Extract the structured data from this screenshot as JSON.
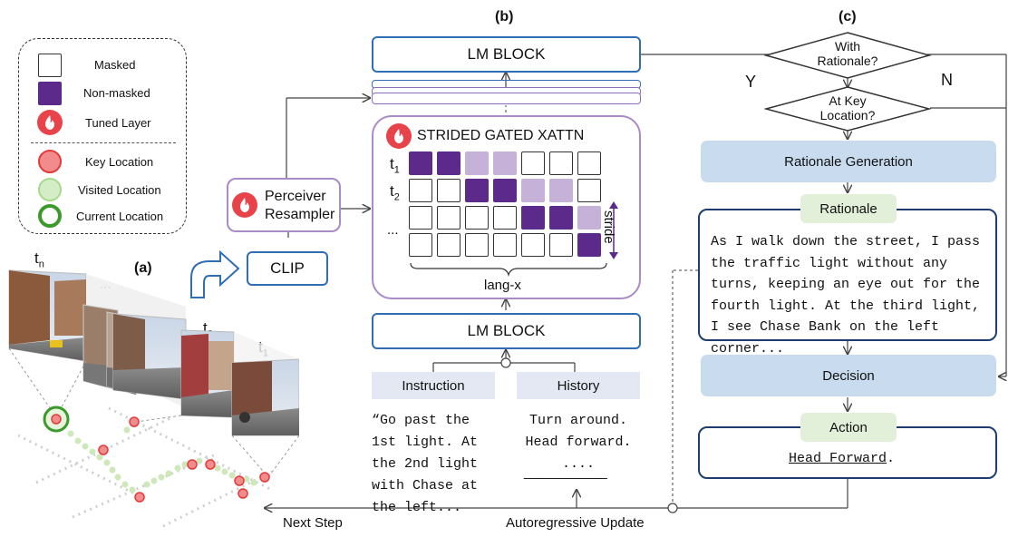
{
  "panels": {
    "a": "(a)",
    "b": "(b)",
    "c": "(c)"
  },
  "legend": {
    "masked": "Masked",
    "non_masked": "Non-masked",
    "tuned_layer": "Tuned Layer",
    "key_location": "Key Location",
    "visited_location": "Visited Location",
    "current_location": "Current Location"
  },
  "time_labels": {
    "tn_base": "t",
    "tn_sub": "n",
    "t2_base": "t",
    "t2_sub": "2",
    "t1_base": "t",
    "t1_sub": "1",
    "dots": "..."
  },
  "panel_b": {
    "lm_block_top": "LM BLOCK",
    "lm_block_bottom": "LM BLOCK",
    "xattn_title": "STRIDED GATED XATTN",
    "perceiver": "Perceiver\nResampler",
    "clip": "CLIP",
    "row_t1_base": "t",
    "row_t1_sub": "1",
    "row_t2_base": "t",
    "row_t2_sub": "2",
    "row_dots": "...",
    "stride": "stride",
    "lang_x": "lang-x",
    "instruction_label": "Instruction",
    "history_label": "History",
    "instruction_text": "“Go past the 1st light. At the 2nd light with Chase at the left...",
    "history_text": "Turn around.\nHead forward.\n....",
    "history_blank": "___________"
  },
  "panel_c": {
    "with_rationale": "With\nRationale?",
    "at_key_location": "At Key\nLocation?",
    "yes": "Y",
    "no": "N",
    "rationale_generation": "Rationale Generation",
    "rationale_label": "Rationale",
    "rationale_text": "As I walk down the street, I pass the traffic light without any turns, keeping an eye out for the fourth light. At the third light, I see Chase Bank on the left corner...",
    "decision": "Decision",
    "action_label": "Action",
    "action_text": "Head Forward",
    "action_period": "."
  },
  "bottom": {
    "next_step": "Next Step",
    "autoregressive_update": "Autoregressive Update"
  },
  "xattn_grid": [
    [
      "dark",
      "dark",
      "light",
      "light",
      "empty",
      "empty",
      "empty"
    ],
    [
      "empty",
      "empty",
      "dark",
      "dark",
      "light",
      "light",
      "empty"
    ],
    [
      "empty",
      "empty",
      "empty",
      "empty",
      "dark",
      "dark",
      "light"
    ],
    [
      "empty",
      "empty",
      "empty",
      "empty",
      "empty",
      "empty",
      "dark"
    ]
  ],
  "colors": {
    "purple": "#5b2a8a",
    "light_purple": "#c6b1d9",
    "blue": "#2f6db5",
    "pill_blue": "#c9dcef",
    "pill_green": "#e2efd9",
    "fire": "#e8434a"
  }
}
